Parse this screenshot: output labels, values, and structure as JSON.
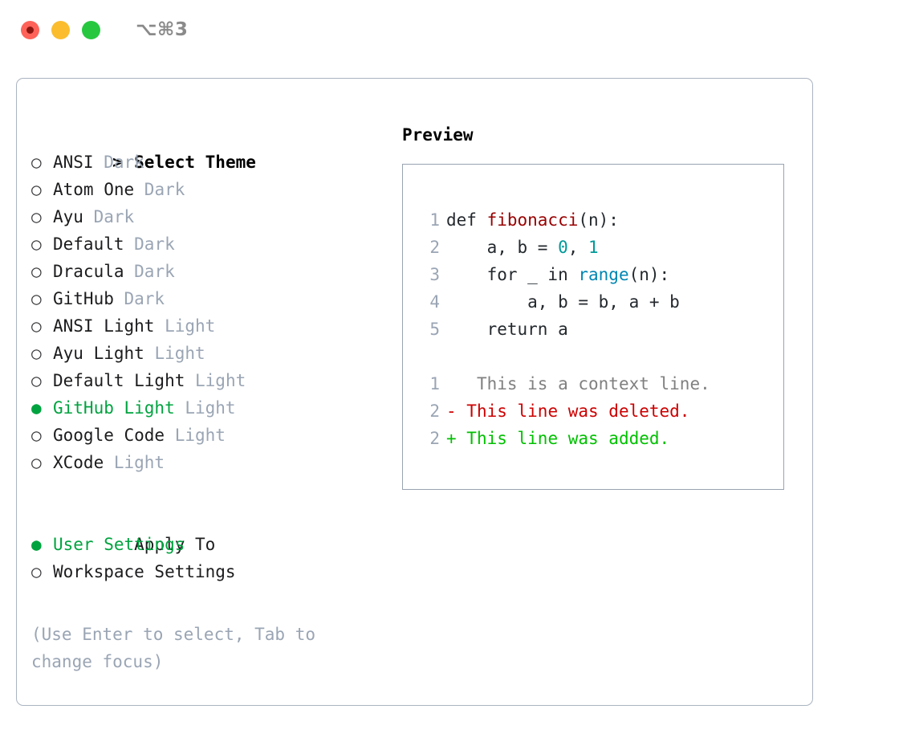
{
  "titlebar": {
    "shortcut": "⌥⌘3",
    "buttons": [
      {
        "name": "close",
        "color": "#ff6259"
      },
      {
        "name": "minimize",
        "color": "#fbbd2e"
      },
      {
        "name": "zoom",
        "color": "#27c840"
      }
    ]
  },
  "theme_list": {
    "header": {
      "marker": ">",
      "label": "Select Theme"
    },
    "items": [
      {
        "marker": "○",
        "label": "ANSI",
        "tag": "Dark",
        "selected": false
      },
      {
        "marker": "○",
        "label": "Atom One",
        "tag": "Dark",
        "selected": false
      },
      {
        "marker": "○",
        "label": "Ayu",
        "tag": "Dark",
        "selected": false
      },
      {
        "marker": "○",
        "label": "Default",
        "tag": "Dark",
        "selected": false
      },
      {
        "marker": "○",
        "label": "Dracula",
        "tag": "Dark",
        "selected": false
      },
      {
        "marker": "○",
        "label": "GitHub",
        "tag": "Dark",
        "selected": false
      },
      {
        "marker": "○",
        "label": "ANSI Light",
        "tag": "Light",
        "selected": false
      },
      {
        "marker": "○",
        "label": "Ayu Light",
        "tag": "Light",
        "selected": false
      },
      {
        "marker": "○",
        "label": "Default Light",
        "tag": "Light",
        "selected": false
      },
      {
        "marker": "●",
        "label": "GitHub Light",
        "tag": "Light",
        "selected": true
      },
      {
        "marker": "○",
        "label": "Google Code",
        "tag": "Light",
        "selected": false
      },
      {
        "marker": "○",
        "label": "XCode",
        "tag": "Light",
        "selected": false
      }
    ]
  },
  "apply_to": {
    "header": {
      "marker": " ",
      "label": "Apply To"
    },
    "items": [
      {
        "marker": "●",
        "label": "User Settings",
        "selected": true
      },
      {
        "marker": "○",
        "label": "Workspace Settings",
        "selected": false
      }
    ]
  },
  "hint": "(Use Enter to select, Tab to change focus)",
  "preview": {
    "title": "Preview",
    "code": [
      {
        "ln": "1",
        "segments": [
          {
            "text": "def ",
            "cls": "plain"
          },
          {
            "text": "fibonacci",
            "cls": "fn"
          },
          {
            "text": "(n):",
            "cls": "plain"
          }
        ]
      },
      {
        "ln": "2",
        "segments": [
          {
            "text": "    a, b = ",
            "cls": "plain"
          },
          {
            "text": "0",
            "cls": "num"
          },
          {
            "text": ", ",
            "cls": "plain"
          },
          {
            "text": "1",
            "cls": "num"
          }
        ]
      },
      {
        "ln": "3",
        "segments": [
          {
            "text": "    for _ in ",
            "cls": "plain"
          },
          {
            "text": "range",
            "cls": "builtin"
          },
          {
            "text": "(n):",
            "cls": "plain"
          }
        ]
      },
      {
        "ln": "4",
        "segments": [
          {
            "text": "        a, b = b, a + b",
            "cls": "plain"
          }
        ]
      },
      {
        "ln": "5",
        "segments": [
          {
            "text": "    return a",
            "cls": "plain"
          }
        ]
      }
    ],
    "diff": [
      {
        "ln": "1",
        "sign": " ",
        "text": "  This is a context line.",
        "kind": "context"
      },
      {
        "ln": "2",
        "sign": "-",
        "text": " This line was deleted.",
        "kind": "deleted"
      },
      {
        "ln": "2",
        "sign": "+",
        "text": " This line was added.",
        "kind": "added"
      }
    ]
  },
  "colors": {
    "accent_green": "#00a33f",
    "tag_gray": "#9aa5b4",
    "border": "#aab4c0",
    "function_red": "#990000",
    "number_teal": "#009999",
    "builtin_blue": "#0086b3",
    "diff_deleted": "#cc0000",
    "diff_added": "#00c000",
    "diff_context": "#808080"
  }
}
